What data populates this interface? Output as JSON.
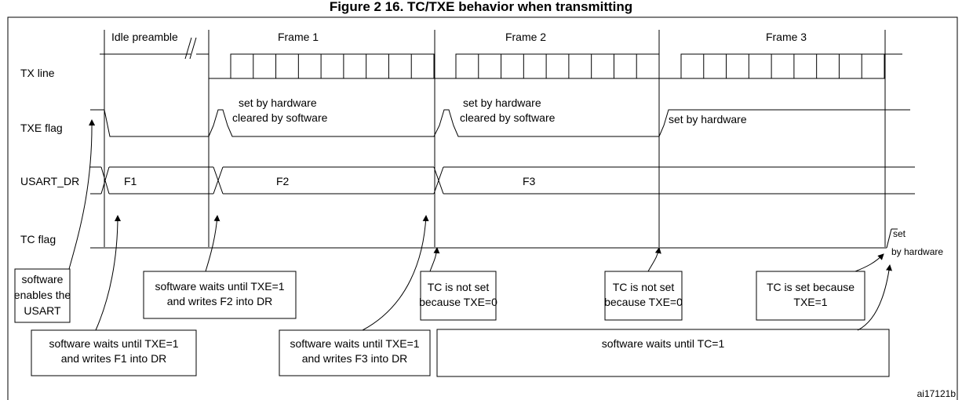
{
  "title": "Figure 2 16. TC/TXE behavior when transmitting",
  "figure_id": "ai17121b",
  "signals": {
    "tx_line": "TX line",
    "txe_flag": "TXE flag",
    "usart_dr": "USART_DR",
    "tc_flag": "TC flag"
  },
  "phases": [
    "Idle preamble",
    "Frame 1",
    "Frame 2",
    "Frame 3"
  ],
  "dr_values": [
    "F1",
    "F2",
    "F3"
  ],
  "txe_notes": {
    "note1_line1": "set by hardware",
    "note1_line2": "cleared by software",
    "note2_line1": "set by hardware",
    "note2_line2": "cleared by software",
    "note3": "set by hardware"
  },
  "tc_note": {
    "line1": "set",
    "line2": "by hardware"
  },
  "boxes": {
    "enable": [
      "software",
      "enables the",
      "USART"
    ],
    "wait_f1": [
      "software waits until TXE=1",
      "and writes F1 into DR"
    ],
    "wait_f2": [
      "software waits until TXE=1",
      "and writes F2 into DR"
    ],
    "wait_f3": [
      "software waits until TXE=1",
      "and writes F3 into DR"
    ],
    "tc_not_set_1": [
      "TC is not set",
      "because TXE=0"
    ],
    "tc_not_set_2": [
      "TC is not set",
      "because TXE=0"
    ],
    "tc_set": [
      "TC is  set because",
      "TXE=1"
    ],
    "wait_tc": [
      "software waits until TC=1"
    ]
  }
}
